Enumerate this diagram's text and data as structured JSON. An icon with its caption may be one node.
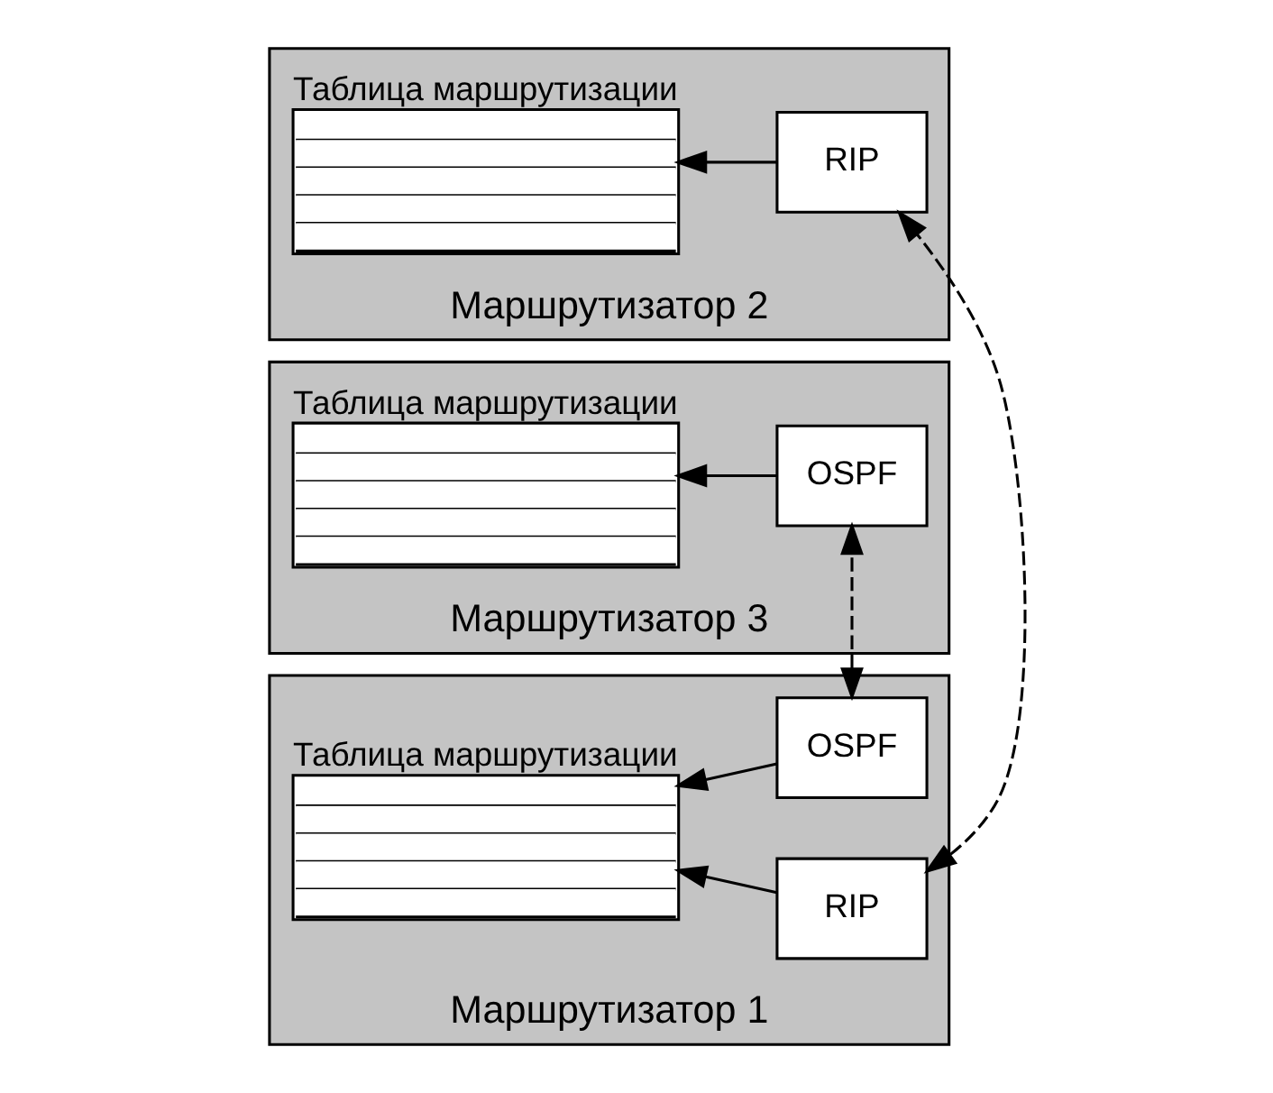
{
  "diagram": {
    "nodes": [
      {
        "text": [
          "Маршрутизатор 1"
        ]
      },
      {
        "text": [
          "Таблица маршрутизации"
        ],
        "in": 0
      },
      {
        "text": [
          "OSPF"
        ],
        "in": 0
      },
      {
        "text": [
          "RIP"
        ],
        "in": 0
      },
      {
        "text": [
          "Маршрутизатор 3"
        ]
      },
      {
        "text": [
          "Таблица маршрутизации"
        ],
        "in": 4
      },
      {
        "text": [
          "OSPF"
        ],
        "in": 4
      },
      {
        "text": [
          "Маршрутизатор 2"
        ]
      },
      {
        "text": [
          "Таблица маршрутизации"
        ],
        "in": 7
      },
      {
        "text": [
          "RIP"
        ],
        "in": 7
      }
    ],
    "edges": [
      {
        "from": 2,
        "to": 1,
        "arrow": "to"
      },
      {
        "from": 3,
        "to": 1,
        "arrow": "to"
      },
      {
        "from": 6,
        "to": 5,
        "arrow": "to"
      },
      {
        "from": 9,
        "to": 8,
        "arrow": "to"
      },
      {
        "from": 2,
        "to": 6,
        "arrow": "both",
        "style": "dashed"
      },
      {
        "from": 3,
        "to": 9,
        "arrow": "both",
        "style": "dashed"
      }
    ]
  }
}
